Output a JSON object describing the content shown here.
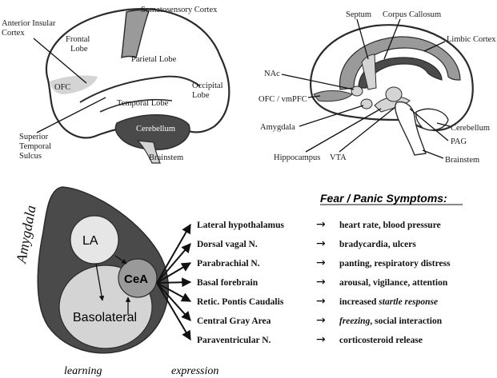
{
  "brain_lateral": {
    "labels": {
      "anterior_insular": [
        "Anterior Insular",
        "Cortex"
      ],
      "somatosensory": "Somatosensory Cortex",
      "frontal": [
        "Frontal",
        "Lobe"
      ],
      "parietal": "Parietal Lobe",
      "ofc": "OFC",
      "occipital": [
        "Occipital",
        "Lobe"
      ],
      "temporal": "Temporal Lobe",
      "cerebellum": "Cerebellum",
      "superior_temporal": [
        "Superior",
        "Temporal",
        "Sulcus"
      ],
      "brainstem": "Brainstem"
    }
  },
  "brain_medial": {
    "labels": {
      "septum": "Septum",
      "corpus_callosum": "Corpus Callosum",
      "limbic": "Limbic Cortex",
      "nac": "NAc",
      "ofc_vmpfc": "OFC / vmPFC",
      "amygdala": "Amygdala",
      "hippocampus": "Hippocampus",
      "vta": "VTA",
      "cerebellum": "Cerebellum",
      "pag": "PAG",
      "brainstem": "Brainstem"
    }
  },
  "amygdala_diagram": {
    "title": "Amygdala",
    "nuclei": {
      "la": "LA",
      "cea": "CeA",
      "basolateral": "Basolateral"
    },
    "captions": {
      "learning": "learning",
      "expression": "expression"
    }
  },
  "fear_table": {
    "heading": "Fear / Panic Symptoms:",
    "arrow_symbol": "→",
    "rows": [
      {
        "pathway": "Lateral hypothalamus",
        "symptom": "heart rate, blood pressure"
      },
      {
        "pathway": "Dorsal vagal N.",
        "symptom": "bradycardia, ulcers"
      },
      {
        "pathway": "Parabrachial N.",
        "symptom": "panting, respiratory distress"
      },
      {
        "pathway": "Basal forebrain",
        "symptom": "arousal, vigilance, attention"
      },
      {
        "pathway": "Retic. Pontis Caudalis",
        "symptom_prefix": "increased ",
        "symptom_italic": "startle response"
      },
      {
        "pathway": "Central Gray Area",
        "symptom_italic": "freezing",
        "symptom_suffix": ", social interaction"
      },
      {
        "pathway": "Paraventricular N.",
        "symptom": "corticosteroid release"
      }
    ]
  },
  "colors": {
    "outline": "#2b2b2b",
    "dark_fill": "#4a4a4a",
    "mid_fill": "#9a9a9a",
    "light_fill": "#d4d4d4",
    "pale_fill": "#e6e6e6"
  }
}
